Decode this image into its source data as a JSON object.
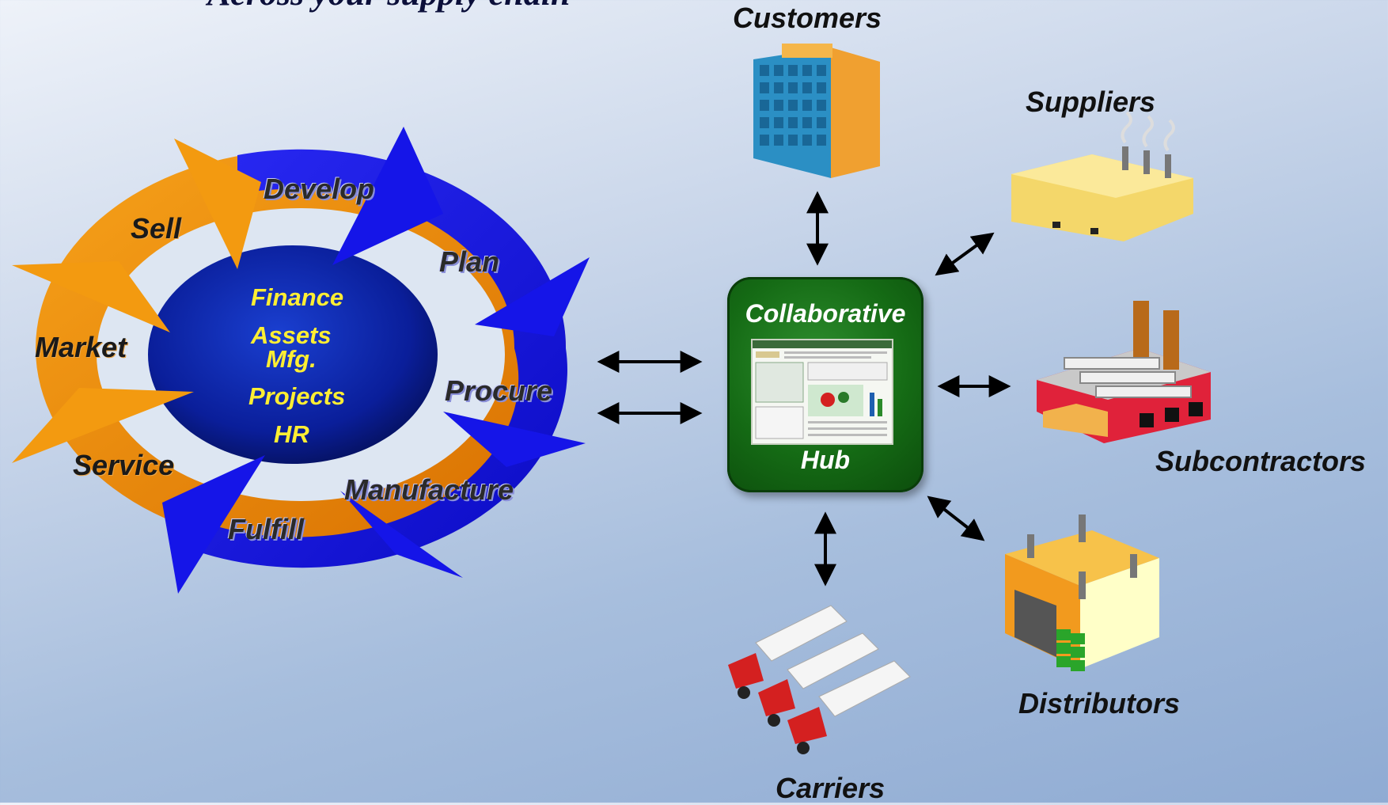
{
  "title": "Across your supply chain",
  "cycle": {
    "outer_light": [
      "Develop",
      "Plan",
      "Procure",
      "Manufacture",
      "Fulfill"
    ],
    "outer_dark": [
      "Sell",
      "Market",
      "Service"
    ],
    "core": [
      "Finance",
      "Assets",
      "Mfg.",
      "Projects",
      "HR"
    ]
  },
  "hub": {
    "top": "Collaborative",
    "bottom": "Hub"
  },
  "nodes": {
    "customers": "Customers",
    "suppliers": "Suppliers",
    "subcontractors": "Subcontractors",
    "distributors": "Distributors",
    "carriers": "Carriers"
  },
  "colors": {
    "blue_arrow": "#1010e0",
    "orange_arrow": "#f08a00",
    "core_fill": "#0a1e9a",
    "hub_green": "#156b15",
    "core_text": "#ffee33"
  }
}
